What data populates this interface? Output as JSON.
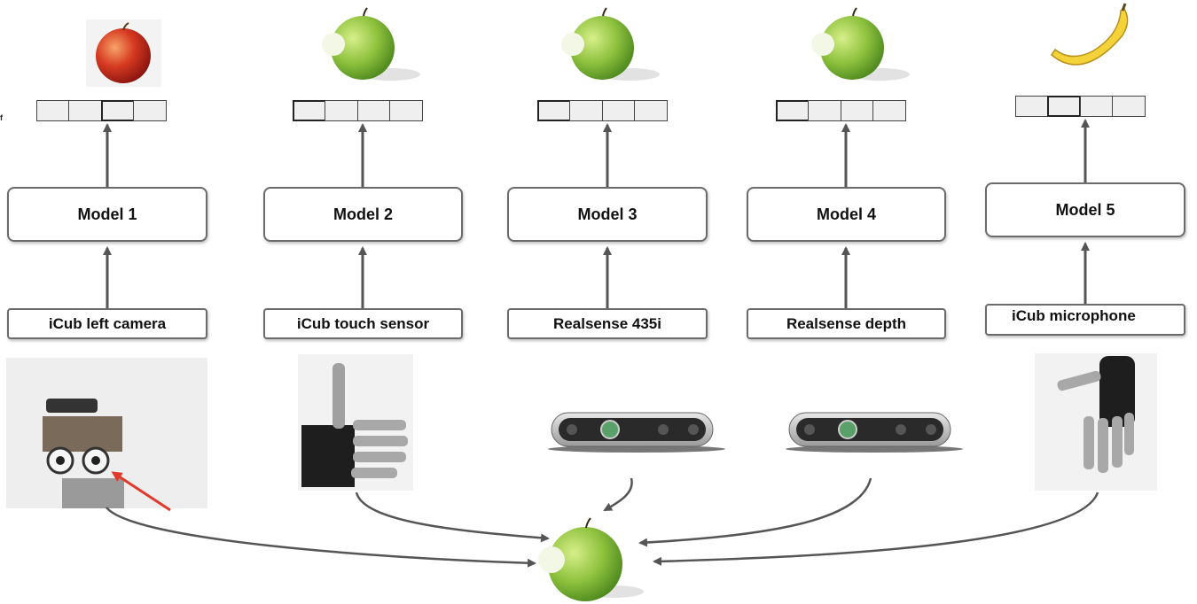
{
  "stray_text": "f",
  "models": [
    {
      "label": "Model 1"
    },
    {
      "label": "Model 2"
    },
    {
      "label": "Model 3"
    },
    {
      "label": "Model 4"
    },
    {
      "label": "Model 5"
    }
  ],
  "sensors": [
    {
      "label": "iCub left camera"
    },
    {
      "label": "iCub touch sensor"
    },
    {
      "label": "Realsense 435i"
    },
    {
      "label": "Realsense depth"
    },
    {
      "label": "iCub microphone"
    }
  ],
  "predictions": [
    "red apple",
    "green apple",
    "green apple",
    "green apple",
    "banana"
  ],
  "fused_result": "green apple",
  "colors": {
    "box_border": "#6b6b6b",
    "arrow": "#555555",
    "red_apple": "#c8241c",
    "green_apple": "#8fc23e",
    "banana": "#f4d23a",
    "pointer_arrow": "#e23a2a"
  }
}
